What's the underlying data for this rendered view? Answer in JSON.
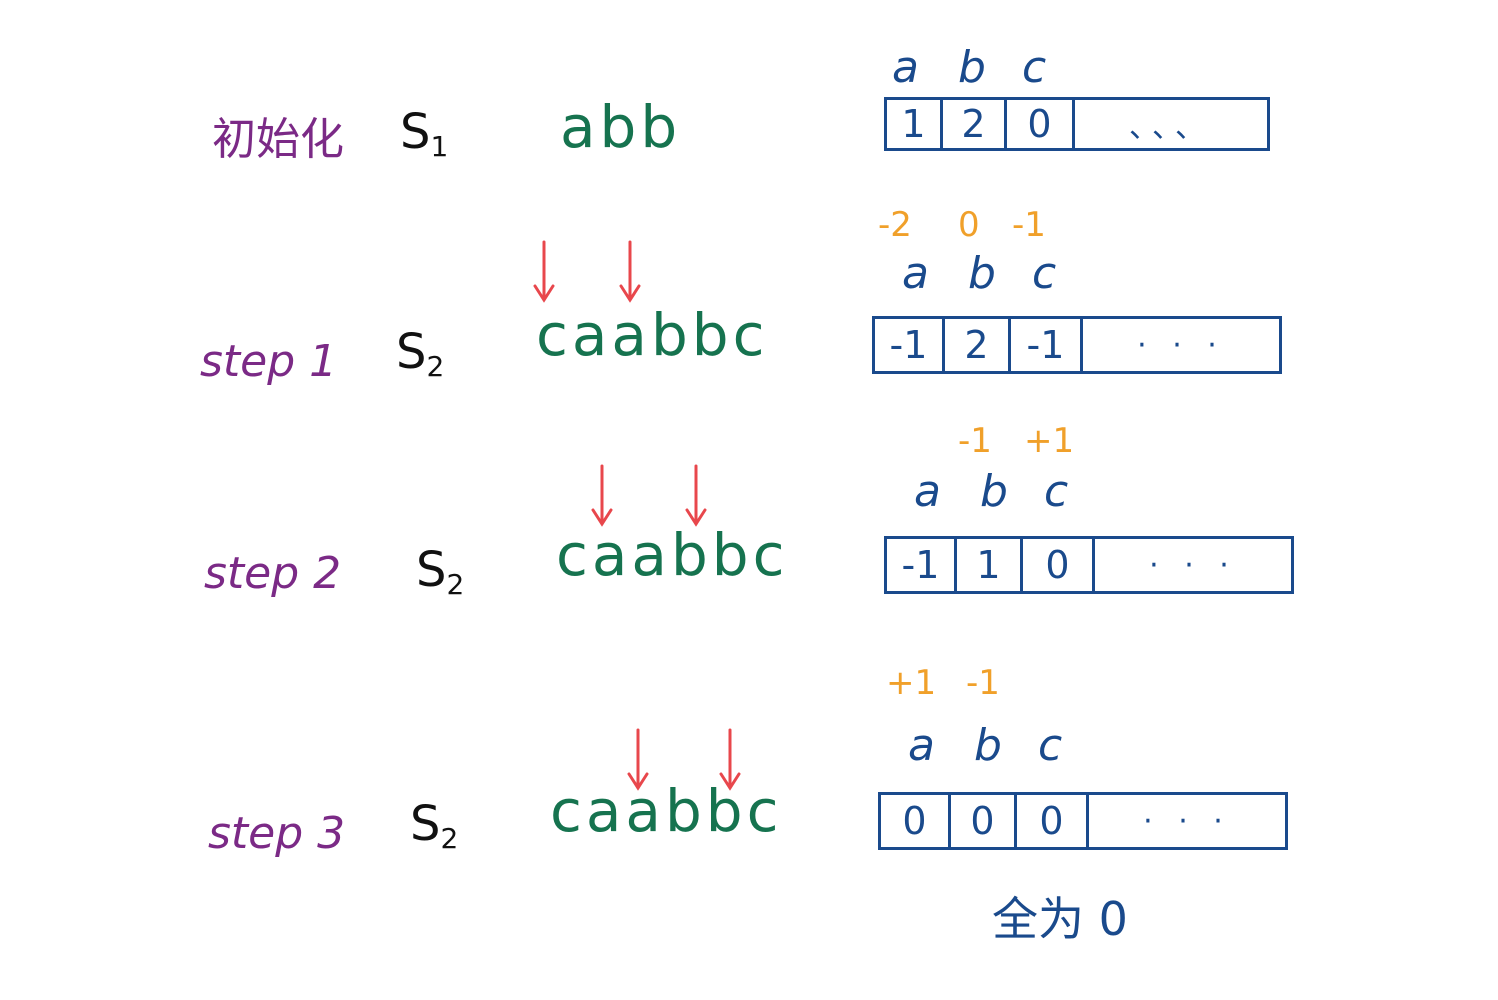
{
  "init": {
    "label": "初始化",
    "string_name": "S",
    "string_sub": "1",
    "string_value": "abb",
    "headers": [
      "a",
      "b",
      "c"
    ],
    "deltas": [],
    "cells": [
      "1",
      "2",
      "0",
      "、、、"
    ]
  },
  "step1": {
    "label": "step 1",
    "string_name": "S",
    "string_sub": "2",
    "string_value": "caabbc",
    "headers": [
      "a",
      "b",
      "c"
    ],
    "deltas": [
      "-2",
      "0",
      "-1"
    ],
    "cells": [
      "-1",
      "2",
      "-1",
      "· · ·"
    ]
  },
  "step2": {
    "label": "step 2",
    "string_name": "S",
    "string_sub": "2",
    "string_value": "caabbc",
    "headers": [
      "a",
      "b",
      "c"
    ],
    "deltas": [
      "-1",
      "+1"
    ],
    "cells": [
      "-1",
      "1",
      "0",
      "· · ·"
    ]
  },
  "step3": {
    "label": "step 3",
    "string_name": "S",
    "string_sub": "2",
    "string_value": "caabbc",
    "headers": [
      "a",
      "b",
      "c"
    ],
    "deltas": [
      "+1",
      "-1"
    ],
    "cells": [
      "0",
      "0",
      "0",
      "· · ·"
    ]
  },
  "footer": "全为 0",
  "colors": {
    "step_label": "#7b2a86",
    "string": "#16734f",
    "counter": "#1a4a8c",
    "delta": "#f0a02a",
    "arrow": "#e8474c"
  }
}
